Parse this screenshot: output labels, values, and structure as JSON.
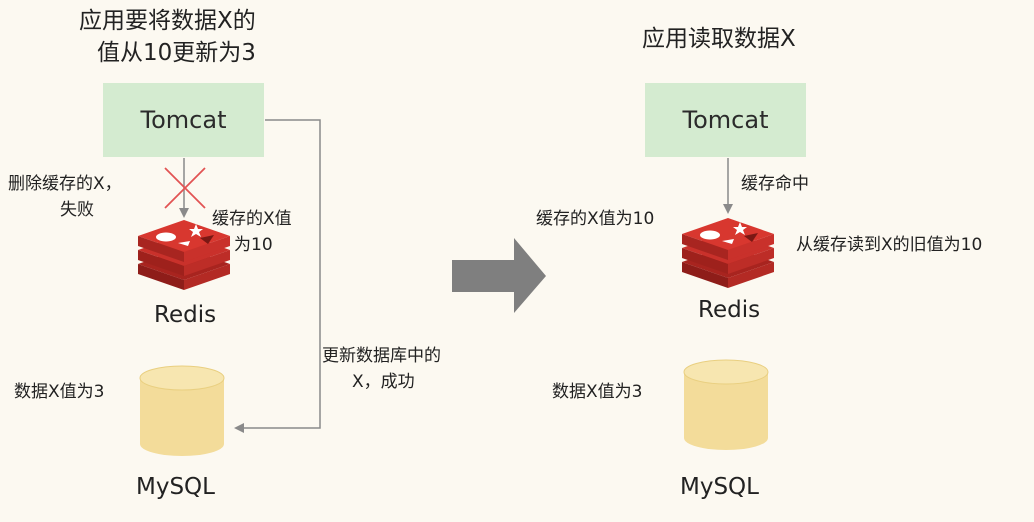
{
  "left": {
    "title_line1": "应用要将数据X的",
    "title_line2": "值从10更新为3",
    "tomcat": "Tomcat",
    "delete_line1": "删除缓存的X，",
    "delete_line2": "失败",
    "cache_line1": "缓存的X值",
    "cache_line2": "为10",
    "redis": "Redis",
    "update_line1": "更新数据库中的",
    "update_line2": "X，成功",
    "db_value": "数据X值为3",
    "mysql": "MySQL"
  },
  "right": {
    "title": "应用读取数据X",
    "tomcat": "Tomcat",
    "cache_hit": "缓存命中",
    "cache_value": "缓存的X值为10",
    "read_old": "从缓存读到X的旧值为10",
    "redis": "Redis",
    "db_value": "数据X值为3",
    "mysql": "MySQL"
  },
  "colors": {
    "background": "#fcf9f1",
    "tomcat_box": "#d4ebd0",
    "redis_red": "#c9312b",
    "cylinder": "#f3dc9a",
    "arrow_gray": "#7f7f7f",
    "fail_cross": "#e25353"
  }
}
